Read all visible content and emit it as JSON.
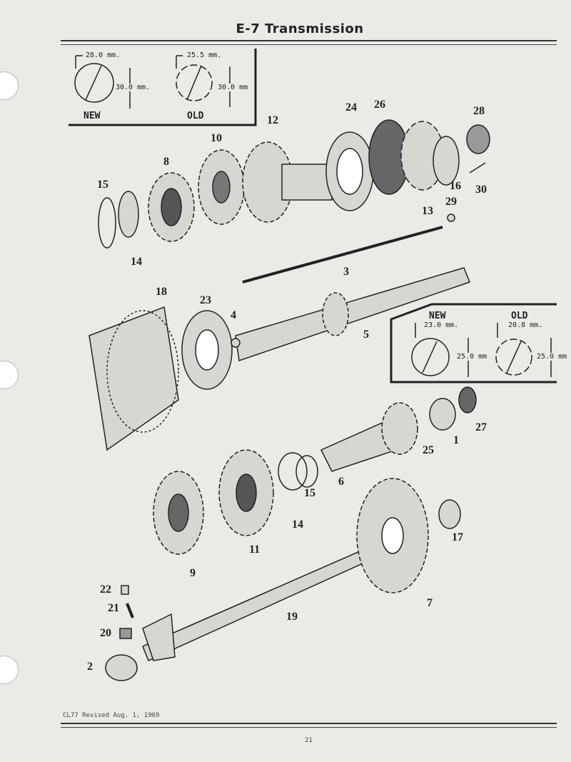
{
  "header": {
    "title": "E-7  Transmission"
  },
  "inset_top": {
    "new": {
      "label": "NEW",
      "inner": "28.0 mm.",
      "outer": "30.0 mm."
    },
    "old": {
      "label": "OLD",
      "inner": "25.5 mm.",
      "outer": "30.0 mm"
    }
  },
  "inset_right": {
    "new": {
      "label": "NEW",
      "inner": "23.0 mm.",
      "outer": "25.0 mm"
    },
    "old": {
      "label": "OLD",
      "inner": "20.8 mm.",
      "outer": "25.0 mm"
    }
  },
  "callouts": [
    "8",
    "10",
    "12",
    "24",
    "26",
    "28",
    "15",
    "14",
    "16",
    "30",
    "13",
    "29",
    "3",
    "18",
    "23",
    "4",
    "5",
    "1",
    "27",
    "25",
    "6",
    "15",
    "14",
    "11",
    "9",
    "17",
    "7",
    "19",
    "22",
    "21",
    "20",
    "2"
  ],
  "footer": {
    "revision": "CL77 Revised Aug. 1, 1969",
    "page_number": "21"
  }
}
